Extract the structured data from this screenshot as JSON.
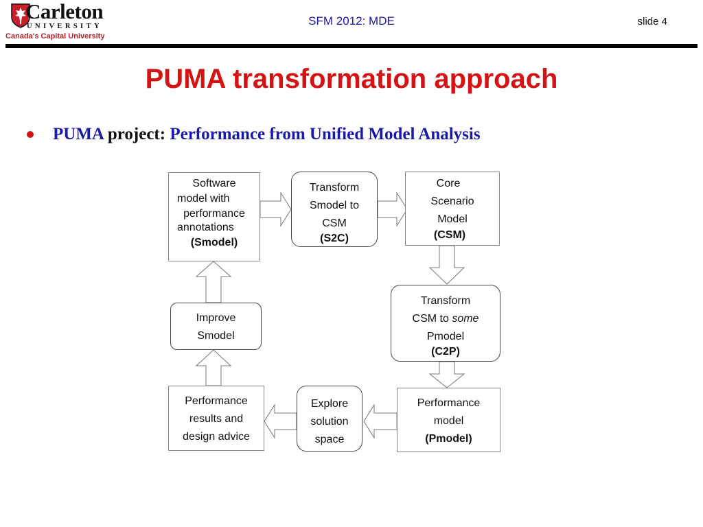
{
  "header": {
    "logo": {
      "name": "Carleton",
      "sub": "UNIVERSITY",
      "tagline": "Canada's Capital University"
    },
    "course": "SFM 2012: MDE",
    "slide": "slide 4"
  },
  "title": "PUMA transformation approach",
  "bullet": {
    "acronym": "PUMA",
    "label": " project: ",
    "expansion": "Performance from Unified Model Analysis"
  },
  "diagram": {
    "smodel": {
      "lines": [
        "Software",
        "model with",
        "performance",
        "annotations"
      ],
      "tag": "(Smodel)"
    },
    "s2c": {
      "lines": [
        "Transform",
        "Smodel to",
        "CSM"
      ],
      "tag": "(S2C)"
    },
    "csm": {
      "lines": [
        "Core",
        "Scenario",
        "Model"
      ],
      "tag": "(CSM)"
    },
    "c2p": {
      "line1": "Transform",
      "line2a": "CSM to ",
      "line2b": "some",
      "line3": "Pmodel",
      "tag": "(C2P)"
    },
    "improve": {
      "lines": [
        "Improve",
        "Smodel"
      ]
    },
    "pmodel": {
      "lines": [
        "Performance",
        "model"
      ],
      "tag": "(Pmodel)"
    },
    "explore": {
      "lines": [
        "Explore",
        "solution",
        "space"
      ]
    },
    "results": {
      "lines": [
        "Performance",
        "results and",
        "design advice"
      ]
    }
  }
}
